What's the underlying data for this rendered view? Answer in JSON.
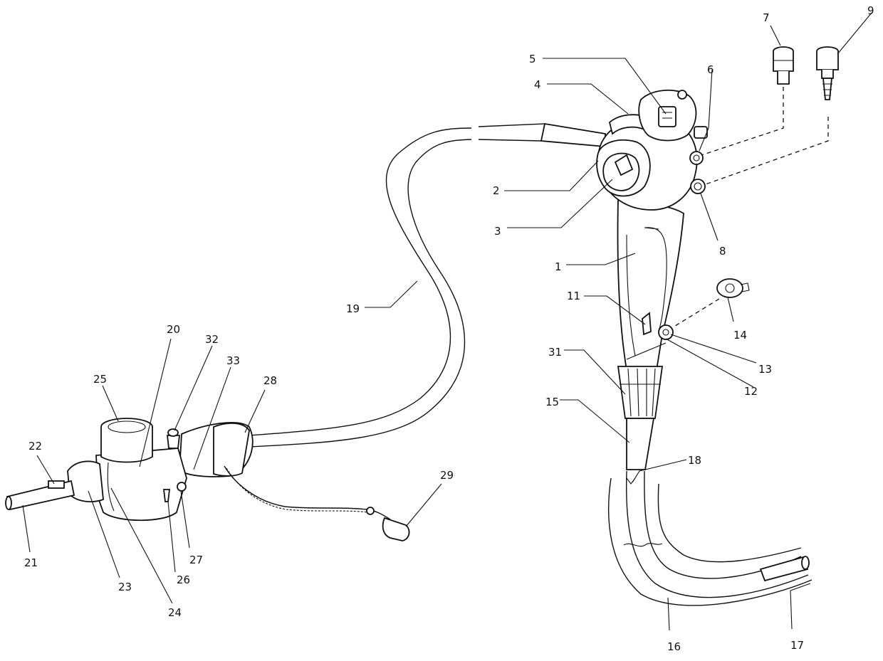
{
  "part_labels": [
    "1",
    "2",
    "3",
    "4",
    "5",
    "6",
    "7",
    "8",
    "9",
    "11",
    "12",
    "13",
    "14",
    "15",
    "16",
    "17",
    "18",
    "19",
    "20",
    "21",
    "22",
    "23",
    "24",
    "25",
    "26",
    "27",
    "28",
    "29",
    "31",
    "32",
    "33"
  ]
}
